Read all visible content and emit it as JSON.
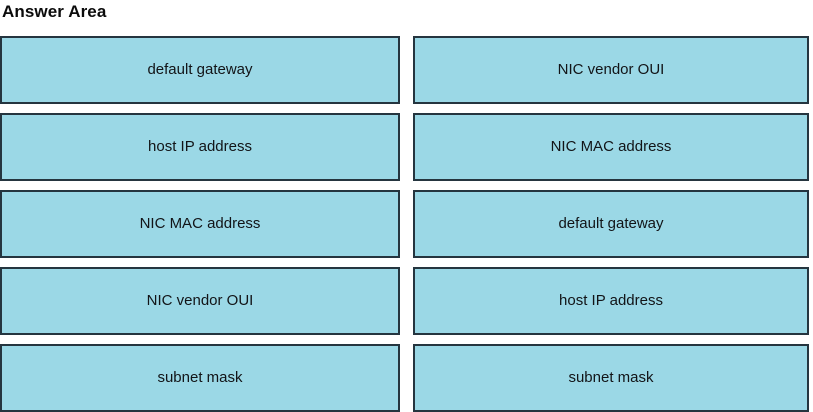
{
  "page": {
    "title": "Answer Area",
    "fill_color": "#9BD8E6",
    "border_color": "#25353F",
    "background_color": "#FFFFFF",
    "text_color": "#121417"
  },
  "columns": [
    {
      "name": "left-column",
      "boxes": [
        {
          "label": "default gateway"
        },
        {
          "label": "host IP address"
        },
        {
          "label": "NIC MAC address"
        },
        {
          "label": "NIC vendor OUI"
        },
        {
          "label": "subnet mask"
        }
      ]
    },
    {
      "name": "right-column",
      "boxes": [
        {
          "label": "NIC vendor OUI"
        },
        {
          "label": "NIC MAC address"
        },
        {
          "label": "default gateway"
        },
        {
          "label": "host IP address"
        },
        {
          "label": "subnet mask"
        }
      ]
    }
  ]
}
